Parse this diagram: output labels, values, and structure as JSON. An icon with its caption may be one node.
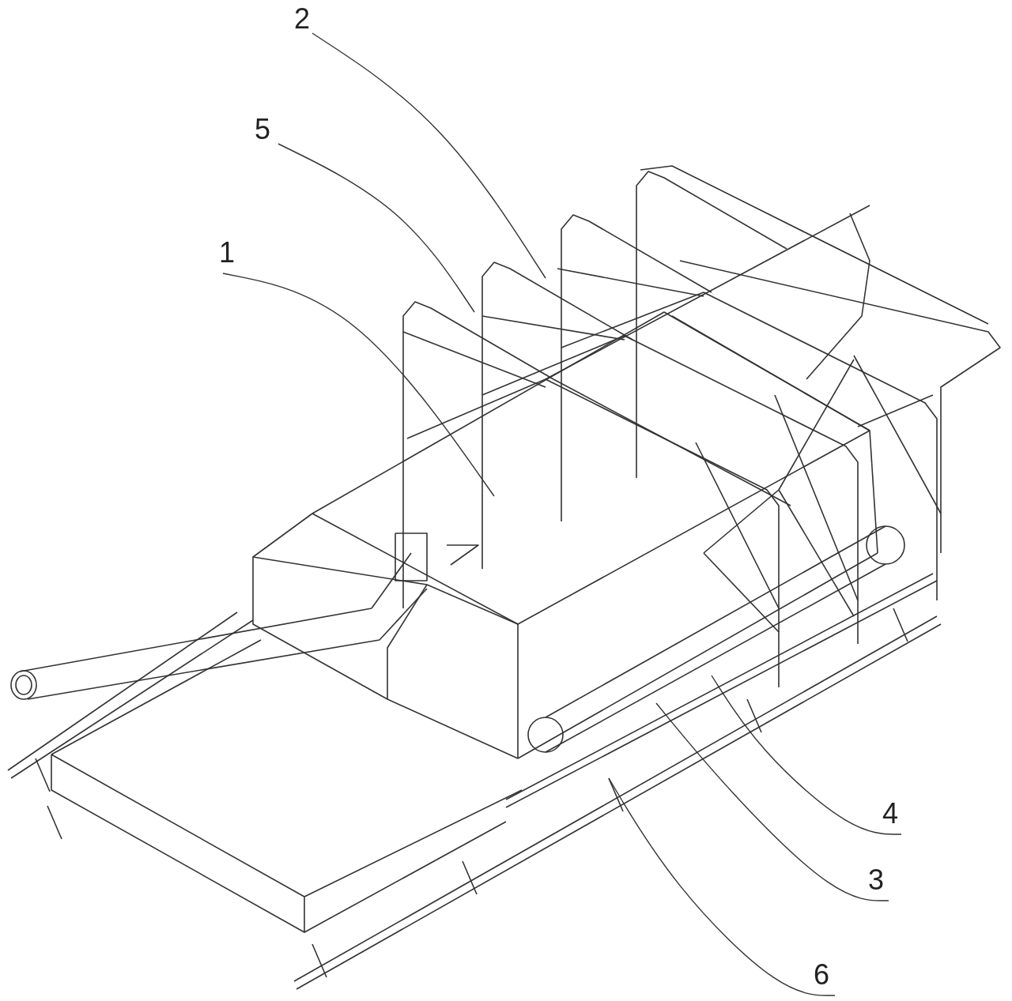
{
  "diagram": {
    "nodes": [
      {
        "text": [
          "2"
        ]
      },
      {
        "text": [
          "5"
        ]
      },
      {
        "text": [
          "1"
        ]
      },
      {
        "text": [
          "4"
        ]
      },
      {
        "text": [
          "3"
        ]
      },
      {
        "text": [
          "6"
        ]
      }
    ],
    "edges": [
      {
        "from": 0,
        "to": null,
        "arrow": "none"
      },
      {
        "from": 1,
        "to": null,
        "arrow": "none"
      },
      {
        "from": 2,
        "to": null,
        "arrow": "none"
      },
      {
        "from": 3,
        "to": null,
        "arrow": "none"
      },
      {
        "from": 4,
        "to": null,
        "arrow": "none"
      },
      {
        "from": 5,
        "to": null,
        "arrow": "none"
      }
    ]
  }
}
